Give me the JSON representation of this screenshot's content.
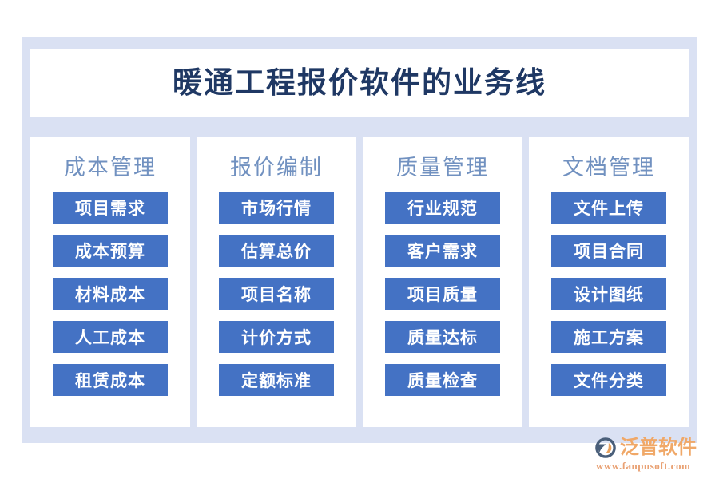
{
  "title": "暖通工程报价软件的业务线",
  "colors": {
    "page_background": "#ffffff",
    "panel_background": "#dae1f3",
    "card_background": "#ffffff",
    "title_text": "#1f3864",
    "column_header_text": "#7191c0",
    "item_background": "#4472c4",
    "item_text": "#ffffff",
    "logo_text": "#f0a868",
    "logo_mark_dark": "#4a5f7a",
    "logo_mark_accent": "#e8a15c"
  },
  "columns": [
    {
      "header": "成本管理",
      "items": [
        "项目需求",
        "成本预算",
        "材料成本",
        "人工成本",
        "租赁成本"
      ]
    },
    {
      "header": "报价编制",
      "items": [
        "市场行情",
        "估算总价",
        "项目名称",
        "计价方式",
        "定额标准"
      ]
    },
    {
      "header": "质量管理",
      "items": [
        "行业规范",
        "客户需求",
        "项目质量",
        "质量达标",
        "质量检查"
      ]
    },
    {
      "header": "文档管理",
      "items": [
        "文件上传",
        "项目合同",
        "设计图纸",
        "施工方案",
        "文件分类"
      ]
    }
  ],
  "logo": {
    "mark": "fanpu-swoosh-icon",
    "name": "泛普软件",
    "url": "www.fanpusoft.com"
  }
}
